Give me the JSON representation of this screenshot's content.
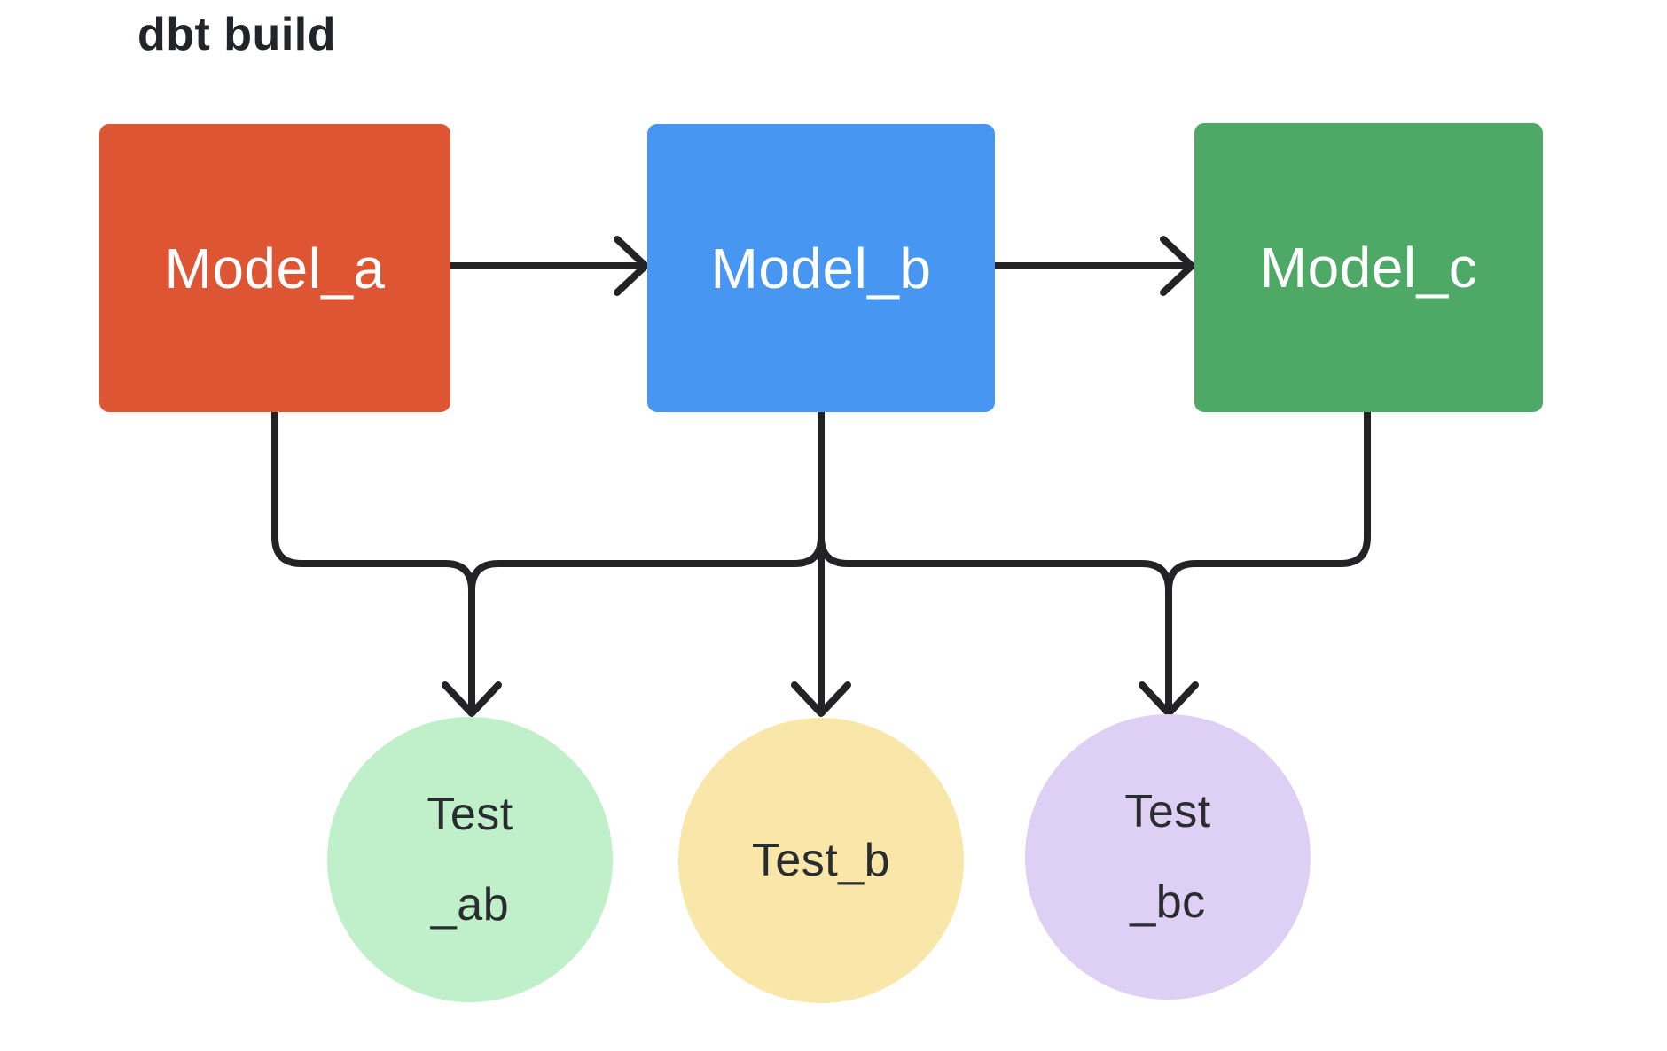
{
  "title": "dbt build",
  "diagram": {
    "stroke_color": "#232325",
    "models": [
      {
        "id": "model_a",
        "label": "Model_a",
        "color": "#DD5533",
        "text_color": "#FFFFFF"
      },
      {
        "id": "model_b",
        "label": "Model_b",
        "color": "#4696F2",
        "text_color": "#FFFFFF"
      },
      {
        "id": "model_c",
        "label": "Model_c",
        "color": "#4FA966",
        "text_color": "#FFFFFF"
      }
    ],
    "tests": [
      {
        "id": "test_ab",
        "label_lines": [
          "Test",
          "_ab"
        ],
        "color": "#BFF0C9",
        "text_color": "#2A2D2F"
      },
      {
        "id": "test_b",
        "label_lines": [
          "Test_b"
        ],
        "color": "#F8E7A9",
        "text_color": "#2A2D2F"
      },
      {
        "id": "test_bc",
        "label_lines": [
          "Test",
          "_bc"
        ],
        "color": "#DECFF4",
        "text_color": "#2A2D2F"
      }
    ],
    "edges": [
      {
        "from": "Model_a",
        "to": "Model_b"
      },
      {
        "from": "Model_b",
        "to": "Model_c"
      },
      {
        "from": "Model_a",
        "to": "Test_ab"
      },
      {
        "from": "Model_b",
        "to": "Test_ab"
      },
      {
        "from": "Model_b",
        "to": "Test_b"
      },
      {
        "from": "Model_b",
        "to": "Test_bc"
      },
      {
        "from": "Model_c",
        "to": "Test_bc"
      }
    ]
  }
}
